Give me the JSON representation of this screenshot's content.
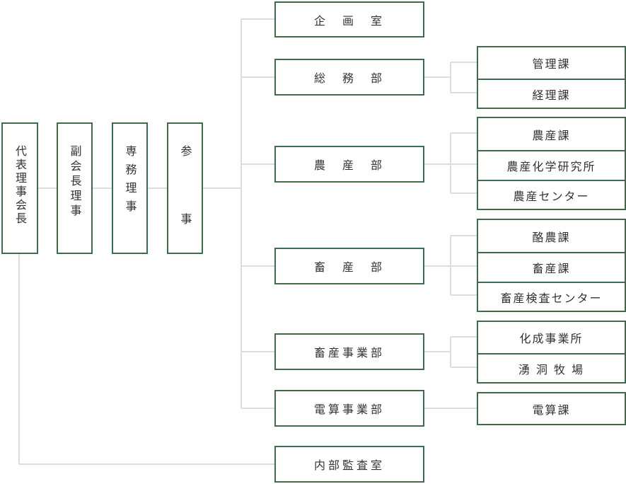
{
  "executives": [
    {
      "label": "代表理事会長"
    },
    {
      "label": "副会長理事"
    },
    {
      "label": "専務理事"
    },
    {
      "label": "参　　事"
    }
  ],
  "departments": [
    {
      "label": "企　画　室",
      "sections": []
    },
    {
      "label": "総　務　部",
      "sections": [
        "管理課",
        "経理課"
      ]
    },
    {
      "label": "農　産　部",
      "sections": [
        "農産課",
        "農産化学研究所",
        "農産センター"
      ]
    },
    {
      "label": "畜　産　部",
      "sections": [
        "酪農課",
        "畜産課",
        "畜産検査センター"
      ]
    },
    {
      "label": "畜産事業部",
      "sections": [
        "化成事業所",
        "湧 洞 牧 場"
      ]
    },
    {
      "label": "電算事業部",
      "sections": [
        "電算課"
      ]
    }
  ],
  "audit": {
    "label": "内部監査室"
  },
  "colors": {
    "border": "#3f6b4c",
    "connector": "#dddddd",
    "text": "#333333"
  }
}
